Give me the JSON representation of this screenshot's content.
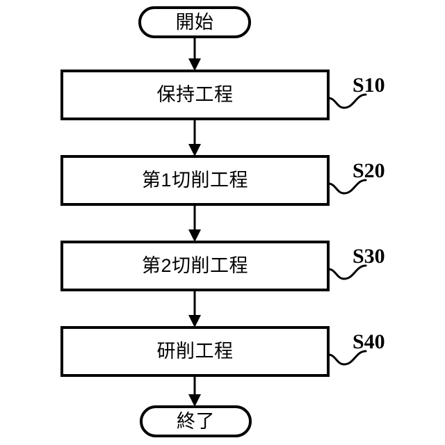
{
  "diagram": {
    "type": "flowchart",
    "orientation": "vertical",
    "language": "ja",
    "background_color": "#ffffff",
    "stroke_color": "#000000",
    "start": {
      "shape": "stadium",
      "label": "開始"
    },
    "end": {
      "shape": "stadium",
      "label": "終了"
    },
    "steps": [
      {
        "shape": "rectangle",
        "label": "保持工程",
        "tag": "S10"
      },
      {
        "shape": "rectangle",
        "label": "第1切削工程",
        "tag": "S20"
      },
      {
        "shape": "rectangle",
        "label": "第2切削工程",
        "tag": "S30"
      },
      {
        "shape": "rectangle",
        "label": "研削工程",
        "tag": "S40"
      }
    ],
    "connectors": [
      {
        "from": "start",
        "to": "S10",
        "style": "arrow-down"
      },
      {
        "from": "S10",
        "to": "S20",
        "style": "arrow-down"
      },
      {
        "from": "S20",
        "to": "S30",
        "style": "arrow-down"
      },
      {
        "from": "S30",
        "to": "S40",
        "style": "arrow-down"
      },
      {
        "from": "S40",
        "to": "end",
        "style": "arrow-down"
      }
    ]
  }
}
